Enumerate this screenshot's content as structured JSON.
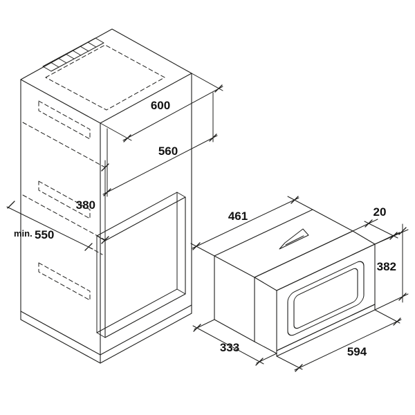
{
  "diagram": {
    "kind": "built-in-appliance-installation-diagram",
    "ink_color": "#1d1d1b",
    "background_color": "#ffffff",
    "cabinet": {
      "width": "600",
      "inner_width": "560",
      "niche_height": "380",
      "min_label": "min.",
      "min_depth": "550"
    },
    "appliance": {
      "depth": "461",
      "door_offset": "20",
      "height": "382",
      "chassis_depth": "333",
      "width": "594"
    }
  }
}
